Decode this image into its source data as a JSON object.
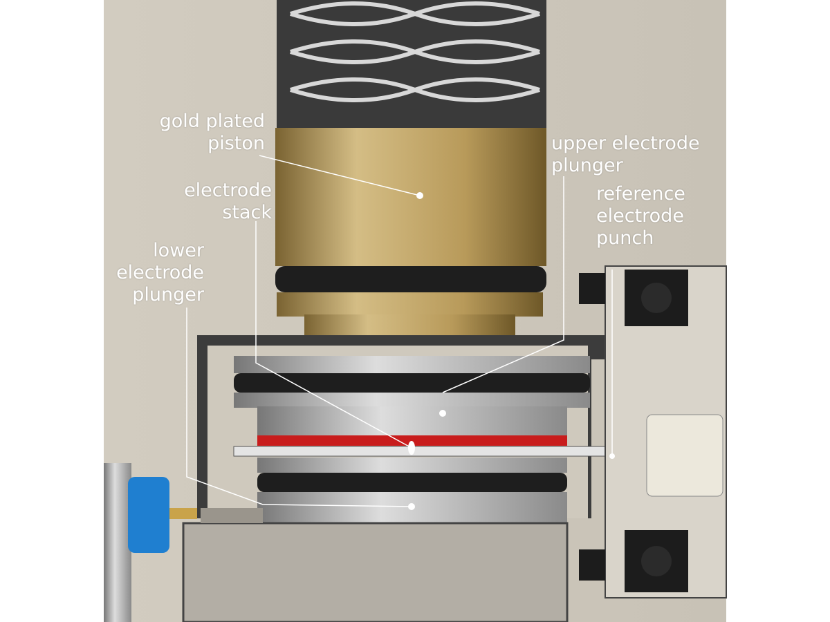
{
  "labels": {
    "gold_plated_piston": "gold plated\npiston",
    "electrode_stack": "electrode\nstack",
    "lower_electrode_plunger": "lower\nelectrode\nplunger",
    "upper_electrode_plunger": "upper electrode\nplunger",
    "reference_electrode_punch": "reference\nelectrode\npunch"
  },
  "colors": {
    "background": "#cdc7bb",
    "gold": "#b89a5a",
    "steel": "#b9b9b9",
    "oring": "#1e1e1e",
    "separator": "#c81c1c",
    "connector": "#1f7fd0",
    "label": "#ffffff"
  }
}
